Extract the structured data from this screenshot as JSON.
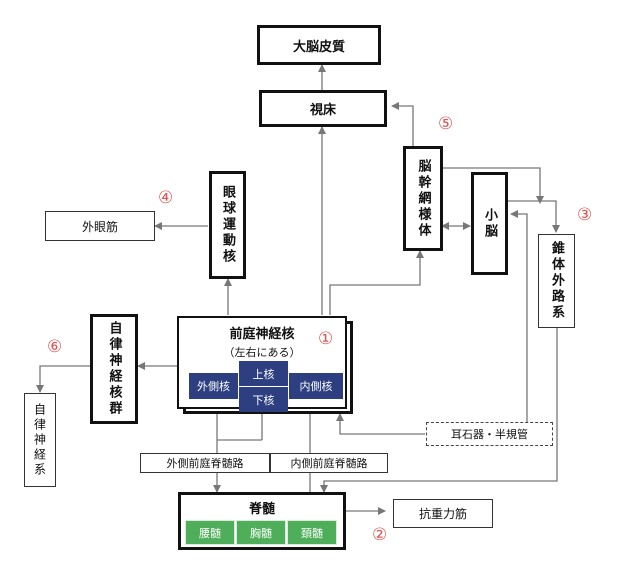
{
  "nodes": {
    "cortex": "大脳皮質",
    "thalamus": "視床",
    "brainstem_reticular": "脳幹網様体",
    "cerebellum": "小脳",
    "extrapyramidal": "錐体外路系",
    "oculomotor_nucleus": "眼球運動核",
    "extraocular_muscle": "外眼筋",
    "vestibular_nucleus": "前庭神経核",
    "vestibular_note": "（左右にある）",
    "lateral_nucleus": "外側核",
    "superior_nucleus": "上核",
    "inferior_nucleus": "下核",
    "medial_nucleus": "内側核",
    "autonomic_nuclei": "自律神経核群",
    "autonomic_nerves": "自律神経系",
    "otolith": "耳石器・半規管",
    "lateral_tract": "外側前庭脊髄路",
    "medial_tract": "内側前庭脊髄路",
    "spinal_cord": "脊髄",
    "lumbar": "腰髄",
    "thoracic": "胸髄",
    "cervical": "頚髄",
    "antigravity": "抗重力筋"
  },
  "numbers": {
    "n1": "①",
    "n2": "②",
    "n3": "③",
    "n4": "④",
    "n5": "⑤",
    "n6": "⑥"
  },
  "colors": {
    "arrow": "#777777",
    "number": "#e05555",
    "subnucleus": "#2d3f80",
    "spinal_segment": "#4fae5a"
  }
}
